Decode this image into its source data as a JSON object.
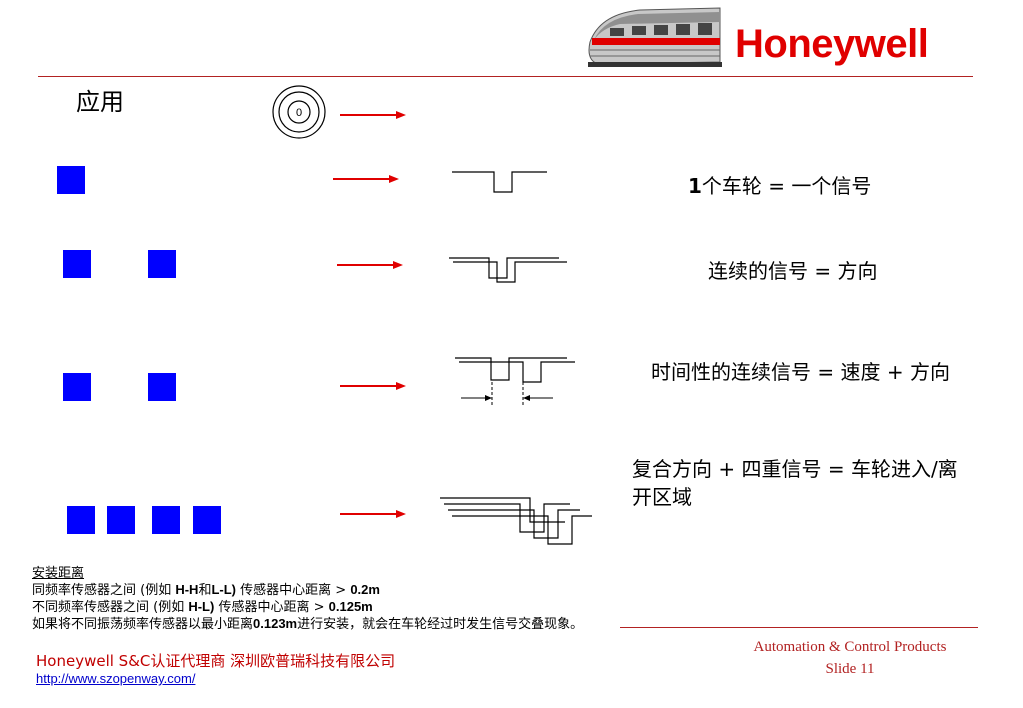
{
  "header": {
    "brand": "Honeywell",
    "section_title": "应用",
    "train_logo": "train-logo"
  },
  "rows": [
    {
      "label_bold": "1",
      "label_rest": "个车轮 = 一个信号"
    },
    {
      "label": "连续的信号 = 方向"
    },
    {
      "label": "时间性的连续信号 = 速度 + 方向"
    },
    {
      "label_line1": "复合方向 + 四重信号 = 车轮进入/离",
      "label_line2": "开区域"
    }
  ],
  "notes": {
    "title": "安装距离",
    "line1_a": "同频率传感器之间  (例如 ",
    "line1_b": "H-H",
    "line1_c": "和",
    "line1_d": "L-L)",
    "line1_e": " 传感器中心距离 >  ",
    "line1_f": "0.2m",
    "line2_a": "不同频率传感器之间 (例如 ",
    "line2_b": "H-L)",
    "line2_c": " 传感器中心距离 >  ",
    "line2_d": "0.125m",
    "line3_a": "如果将不同振荡频率传感器以最小距离",
    "line3_b": "0.123m",
    "line3_c": "进行安装，就会在车轮经过时发生信号交叠现象。"
  },
  "footer": {
    "company": "Honeywell S&C认证代理商 深圳欧普瑞科技有限公司",
    "url": "http://www.szopenway.com/",
    "right_line1": "Automation & Control Products",
    "right_line2": "Slide 11"
  },
  "sensor_symbol_text": "0",
  "colors": {
    "accent": "#e00000",
    "square": "#0000ff",
    "rule": "#b22222"
  }
}
